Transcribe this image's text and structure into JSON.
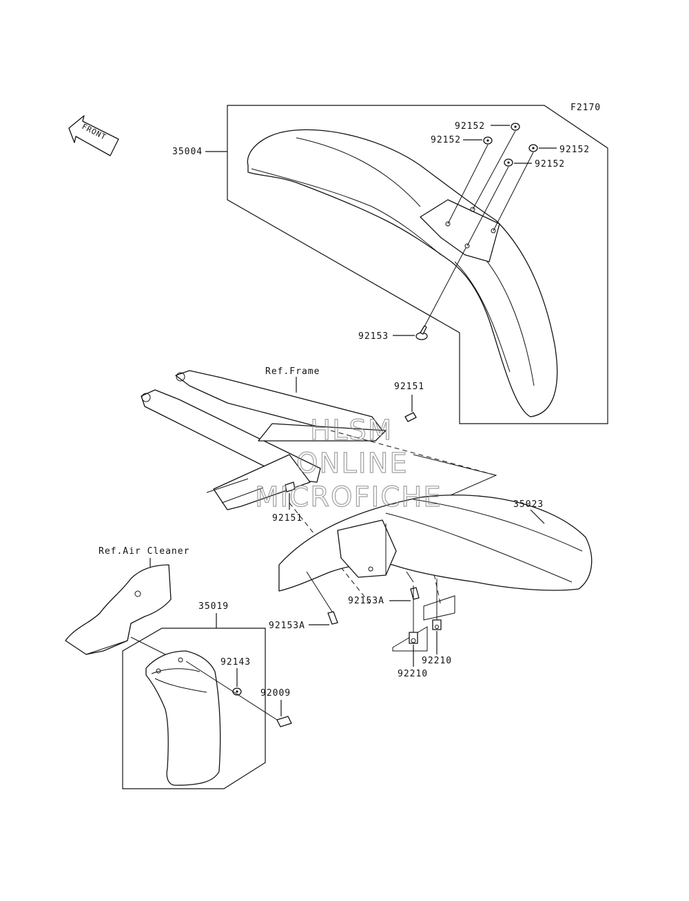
{
  "figure_code": "F2170",
  "front_arrow_text": "FRONT",
  "watermark": [
    "HLSM",
    "ONLINE",
    "MICROFICHE"
  ],
  "references": {
    "frame": "Ref.Frame",
    "air_cleaner": "Ref.Air Cleaner"
  },
  "parts": {
    "front_fender": "35004",
    "washer_a": "92152",
    "washer_b": "92152",
    "washer_c": "92152",
    "washer_d": "92152",
    "front_fender_bolt": "92153",
    "frame_bolt_upper": "92151",
    "frame_bolt_lower": "92151",
    "rear_fender": "35023",
    "rear_fender_bolt_right": "92153A",
    "rear_fender_bolt_left": "92153A",
    "nut_right": "92210",
    "nut_left": "92210",
    "mud_flap": "35019",
    "flap_washer": "92143",
    "flap_bolt": "92009"
  }
}
